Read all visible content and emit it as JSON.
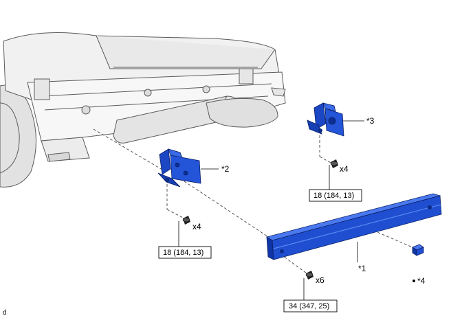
{
  "callouts": {
    "c1": "*1",
    "c2": "*2",
    "c3": "*3",
    "c4": "*4"
  },
  "quantities": {
    "q_left_bracket": "x4",
    "q_right_bracket": "x4",
    "q_reinforcement": "x6"
  },
  "torque_specs": {
    "left_bracket": "18 (184, 13)",
    "right_bracket": "18 (184, 13)",
    "reinforcement": "34 (347, 25)"
  },
  "figure_code": "d",
  "colors": {
    "part_blue": "#1f4fd0",
    "part_blue_dark": "#0d2f93",
    "body_gray": "#efefef",
    "line_gray": "#6a6a6a"
  }
}
